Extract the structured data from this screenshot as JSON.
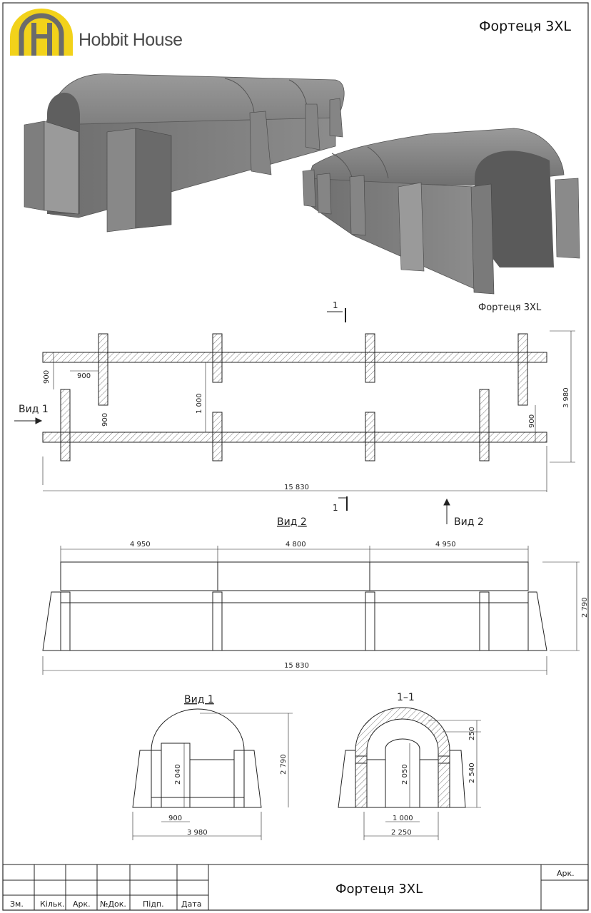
{
  "header": {
    "brand_name": "Hobbit House",
    "sheet_title": "Фортеця 3XL",
    "render_caption": "Фортеця 3XL"
  },
  "plan": {
    "section_mark": "1",
    "view1_label": "Вид 1",
    "view2_label": "Вид 2",
    "dims": {
      "left_offset": "900",
      "left_gap": "900",
      "left_buttress": "900",
      "inner_width": "1 000",
      "right_buttress": "900",
      "overall_width": "3 980",
      "overall_length": "15 830"
    }
  },
  "elevation": {
    "title": "Вид 2",
    "segment_1": "4 950",
    "segment_2": "4 800",
    "segment_3": "4 950",
    "height": "2 790",
    "overall_length": "15 830"
  },
  "end_view": {
    "title": "Вид 1",
    "door_height": "2 040",
    "height": "2 790",
    "door_width": "900",
    "width": "3 980"
  },
  "section": {
    "title": "1–1",
    "shell_thickness": "250",
    "inner_height": "2 540",
    "door_height": "2 050",
    "door_width": "1 000",
    "inner_width": "2 250"
  },
  "title_block": {
    "title": "Фортеця 3XL",
    "sheet_label": "Арк.",
    "columns": [
      "Зм.",
      "Кільк.",
      "Арк.",
      "№Док.",
      "Підп.",
      "Дата"
    ]
  }
}
